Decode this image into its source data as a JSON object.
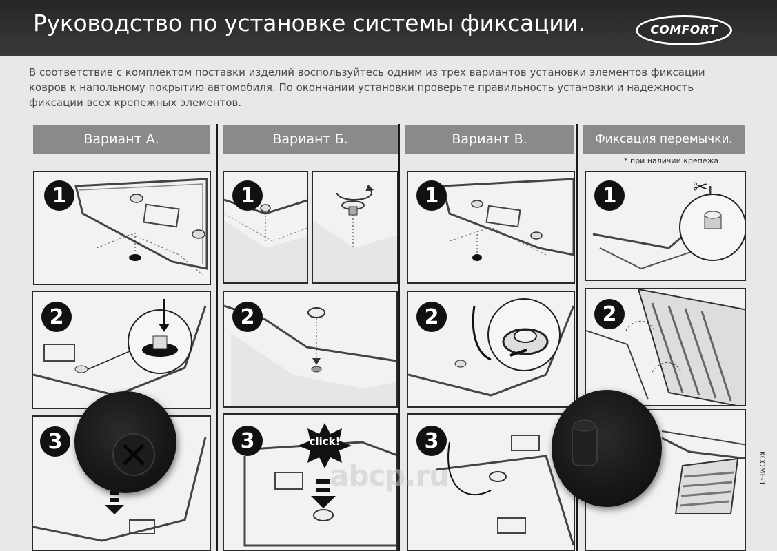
{
  "header": {
    "title": "Руководство по установке системы фиксации.",
    "logo_text": "COMFORT"
  },
  "intro": "В соответствие с комплектом поставки изделий воспользуйтесь одним из трех вариантов установки элементов фиксации ковров к напольному покрытию автомобиля. По окончании установки проверьте правильность установки и надежность фиксации всех крепежных элементов.",
  "columns": [
    {
      "label": "Вариант А."
    },
    {
      "label": "Вариант Б."
    },
    {
      "label": "Вариант В."
    },
    {
      "label": "Фиксация перемычки."
    }
  ],
  "note": "* при наличии крепежа",
  "steps": [
    "1",
    "2",
    "3"
  ],
  "click_label": "click!",
  "watermark": "abcp.ru",
  "side_code": "KCOMF-1"
}
